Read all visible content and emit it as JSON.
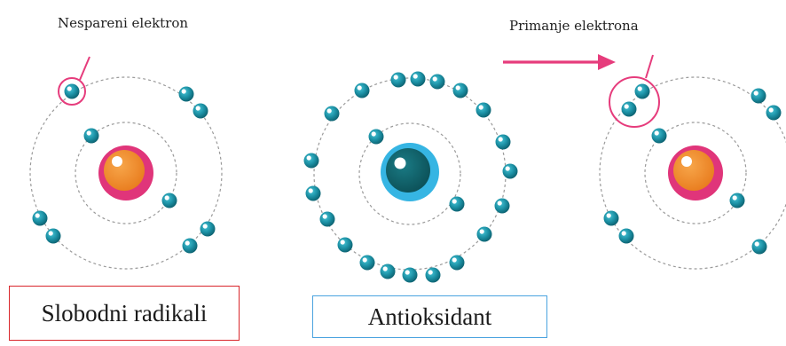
{
  "captions": {
    "unpaired_electron": "Nespareni elektron",
    "accepting_electron": "Primanje elektrona"
  },
  "labels": {
    "free_radicals": "Slobodni radikali",
    "antioxidant": "Antioksidant"
  },
  "colors": {
    "orbit": "#9a9a9a",
    "electron": "#1b8fa3",
    "electron_dark": "#0c5e6c",
    "electron_highlight": "#ffffff",
    "radical_nucleus_ring": "#e0357a",
    "radical_nucleus_core": "#f28c28",
    "antioxidant_nucleus_ring": "#36b5e3",
    "antioxidant_nucleus_core": "#115e66",
    "accent_pink": "#e63c7c",
    "box_red": "#d9262b",
    "box_blue": "#4aa3df"
  }
}
